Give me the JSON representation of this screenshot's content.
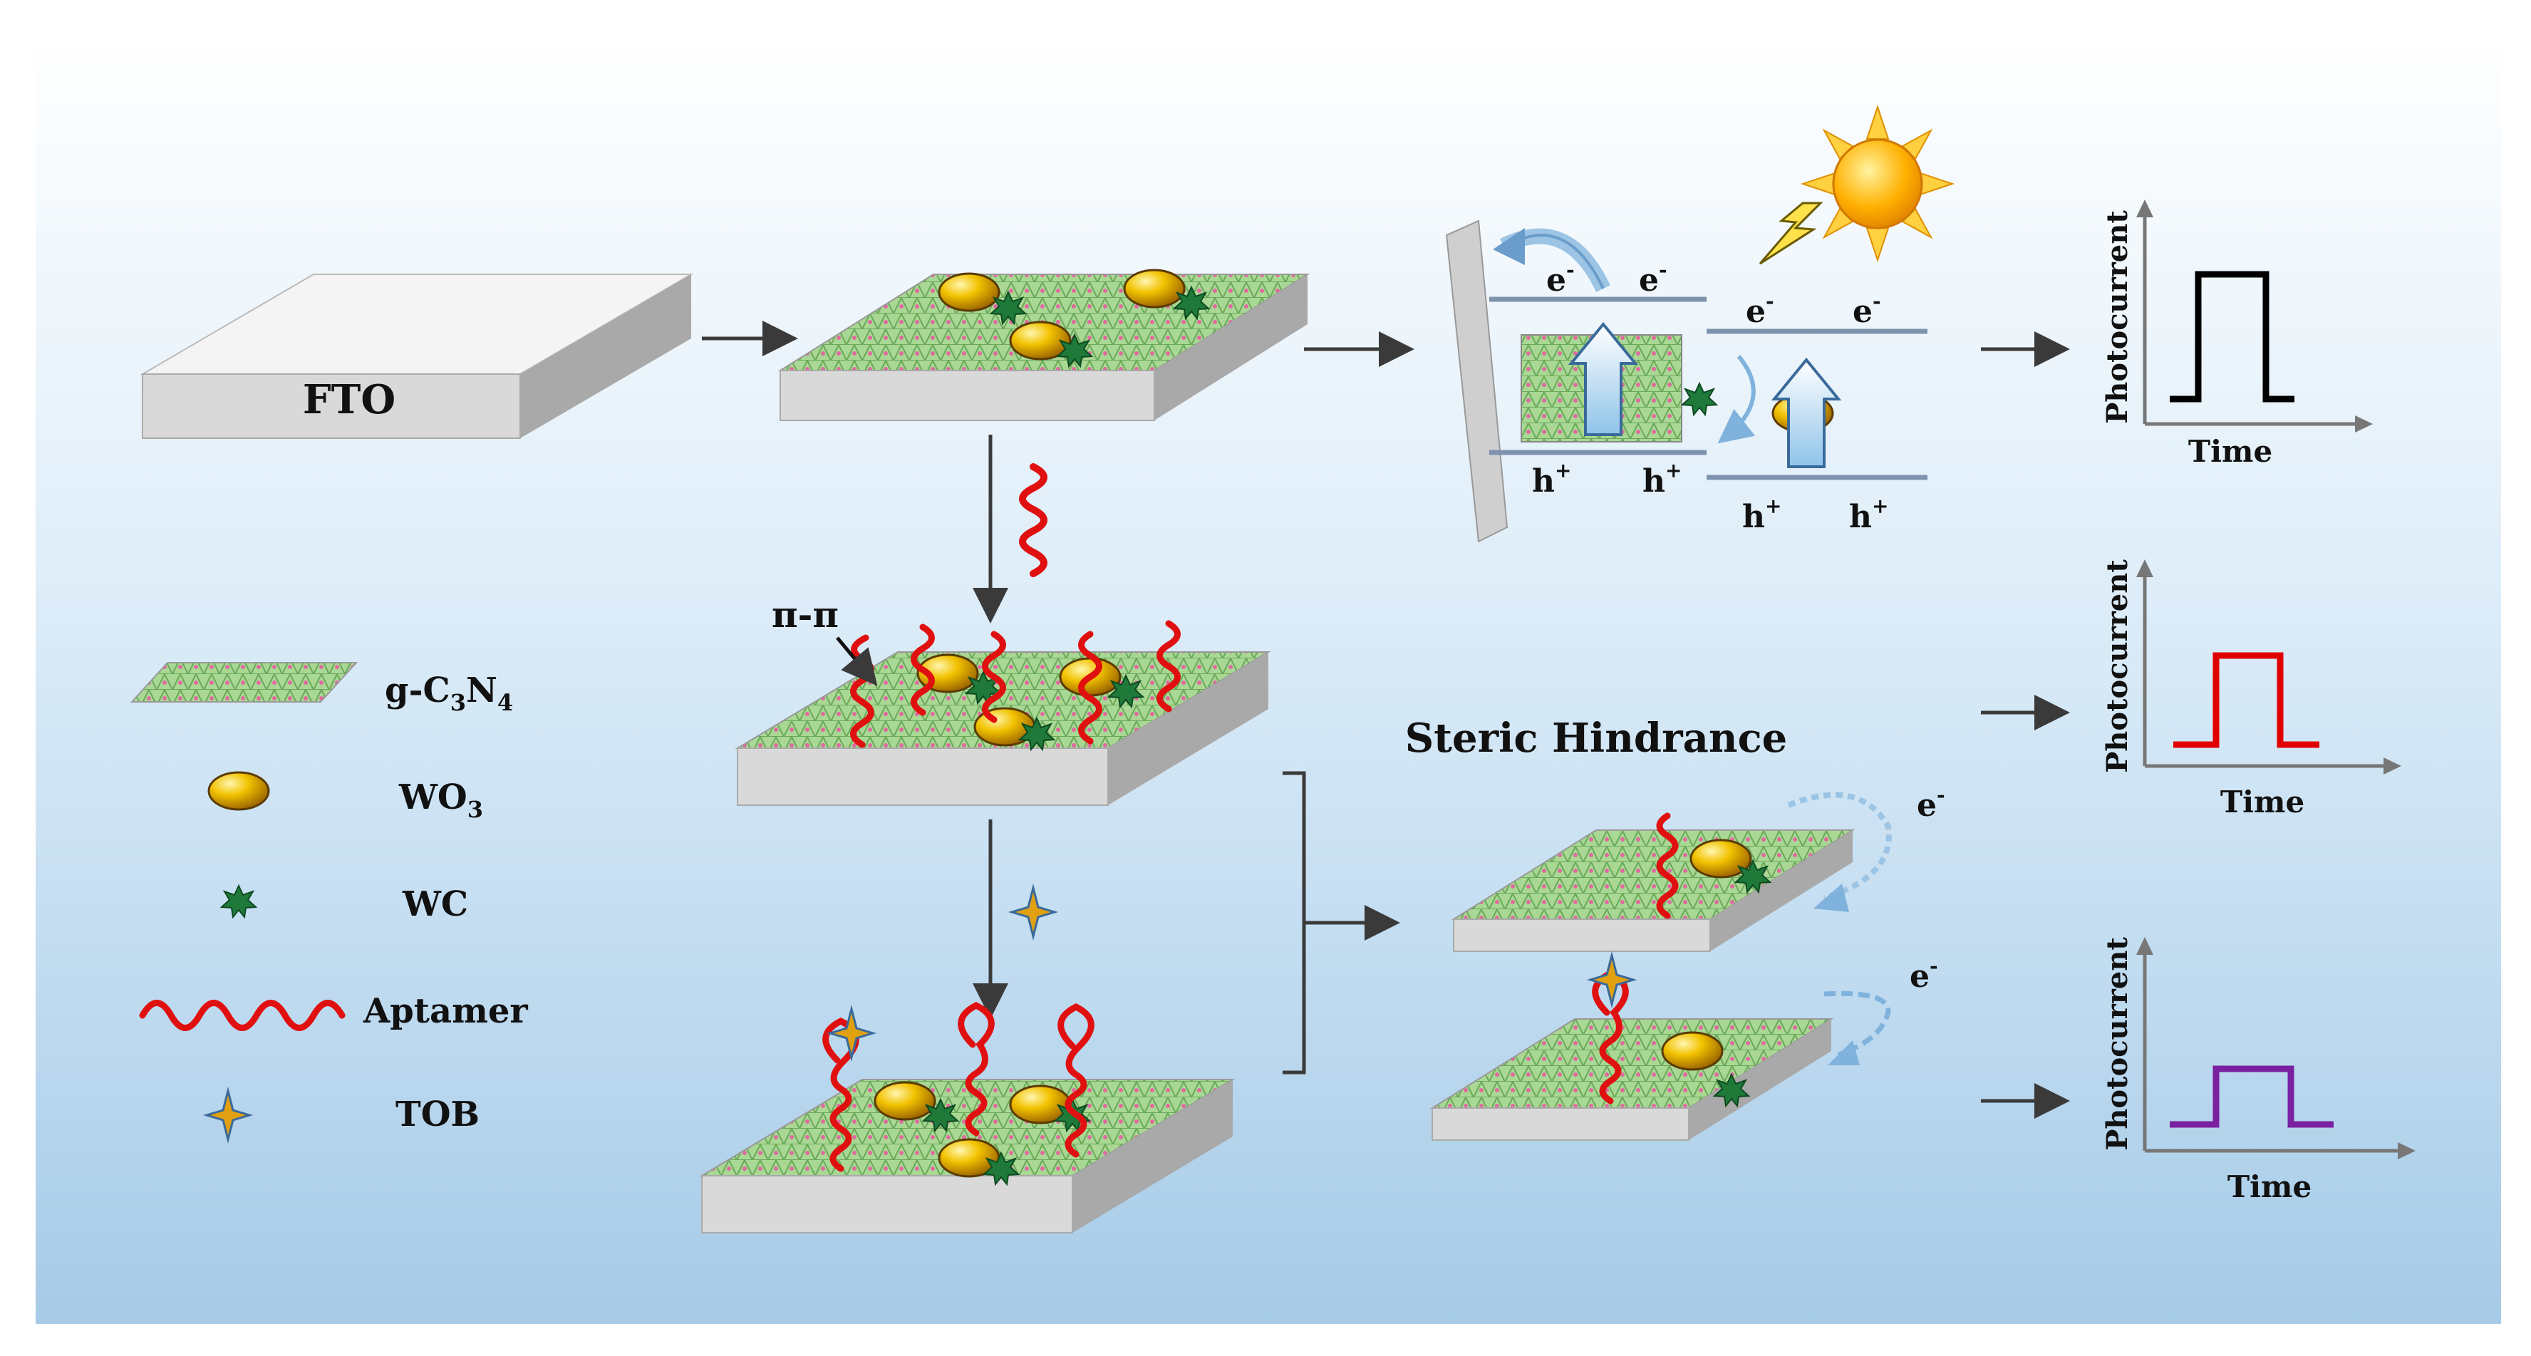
{
  "labels": {
    "fto": "FTO",
    "pi_pi": "π-π",
    "steric": "Steric Hindrance",
    "e_minus": "e",
    "h_plus": "h",
    "minus_sup": "-",
    "plus_sup": "+"
  },
  "legend": {
    "gc3n4_prefix": "g-C",
    "gc3n4_sub1": "3",
    "gc3n4_mid": "N",
    "gc3n4_sub2": "4",
    "wo3_prefix": "WO",
    "wo3_sub": "3",
    "wc": "WC",
    "aptamer": "Aptamer",
    "tob": "TOB"
  },
  "plots": {
    "ylabel": "Photocurrent",
    "xlabel": "Time"
  },
  "chart_data": [
    {
      "type": "line",
      "color": "#000000",
      "relative_level": 1.0
    },
    {
      "type": "line",
      "color": "#e00000",
      "relative_level": 0.75
    },
    {
      "type": "line",
      "color": "#7a20a0",
      "relative_level": 0.5
    }
  ],
  "colors": {
    "bg_top": "#ffffff",
    "bg_bottom": "#a9cdea",
    "slab_top": "#f2f2f2",
    "slab_side": "#bdbdbd",
    "gc3n4": "#9bd18a",
    "wo3": "#f0b400",
    "wc": "#1e7a3a",
    "aptamer": "#e01010",
    "tob": "#e0a010",
    "arrow": "#3a3a3a",
    "band": "#7d93ad"
  }
}
